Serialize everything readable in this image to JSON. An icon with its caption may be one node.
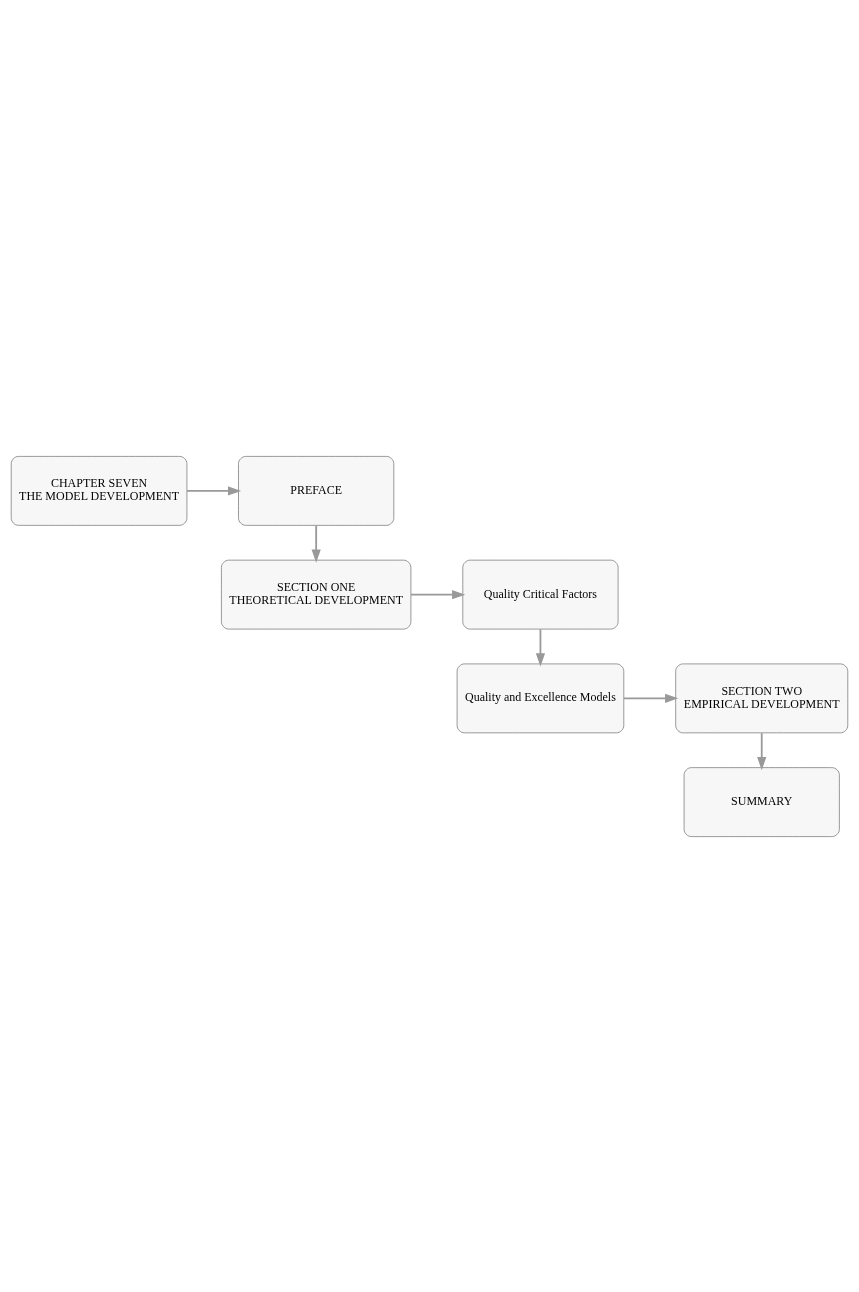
{
  "diagram": {
    "nodes": [
      {
        "text": [
          "CHAPTER SEVEN",
          "THE MODEL DEVELOPMENT"
        ]
      },
      {
        "text": [
          "PREFACE"
        ]
      },
      {
        "text": [
          "SECTION ONE",
          "THEORETICAL DEVELOPMENT"
        ]
      },
      {
        "text": [
          "Quality Critical Factors"
        ]
      },
      {
        "text": [
          "Quality and Excellence Models"
        ]
      },
      {
        "text": [
          "SECTION TWO",
          "EMPIRICAL DEVELOPMENT"
        ]
      },
      {
        "text": [
          "SUMMARY"
        ]
      }
    ],
    "edges": [
      {
        "from": 0,
        "to": 1,
        "arrow": "to"
      },
      {
        "from": 1,
        "to": 2,
        "arrow": "to"
      },
      {
        "from": 2,
        "to": 3,
        "arrow": "to"
      },
      {
        "from": 3,
        "to": 4,
        "arrow": "to"
      },
      {
        "from": 4,
        "to": 5,
        "arrow": "to"
      },
      {
        "from": 5,
        "to": 6,
        "arrow": "to"
      }
    ]
  }
}
